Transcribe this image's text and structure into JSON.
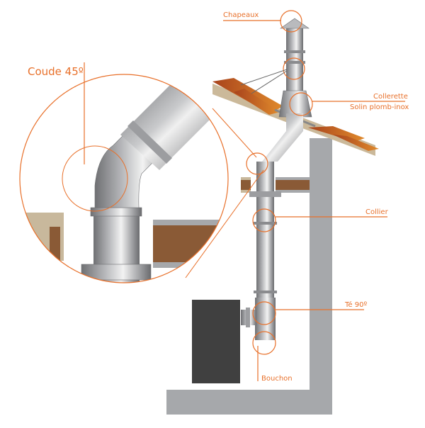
{
  "diagram": {
    "type": "chimney flue installation diagram",
    "accent_color": "#e8702a",
    "wall_color": "#a6a8ab",
    "stove_color": "#404040",
    "beam_color": "#8a5a36",
    "tile_color": "#c9642a",
    "labels": {
      "coude": "Coude 45º",
      "chapeaux": "Chapeaux",
      "collerette": "Collerette",
      "solin": "Solin plomb-inox",
      "collier": "Collier",
      "te": "Té 90º",
      "bouchon": "Bouchon"
    }
  }
}
